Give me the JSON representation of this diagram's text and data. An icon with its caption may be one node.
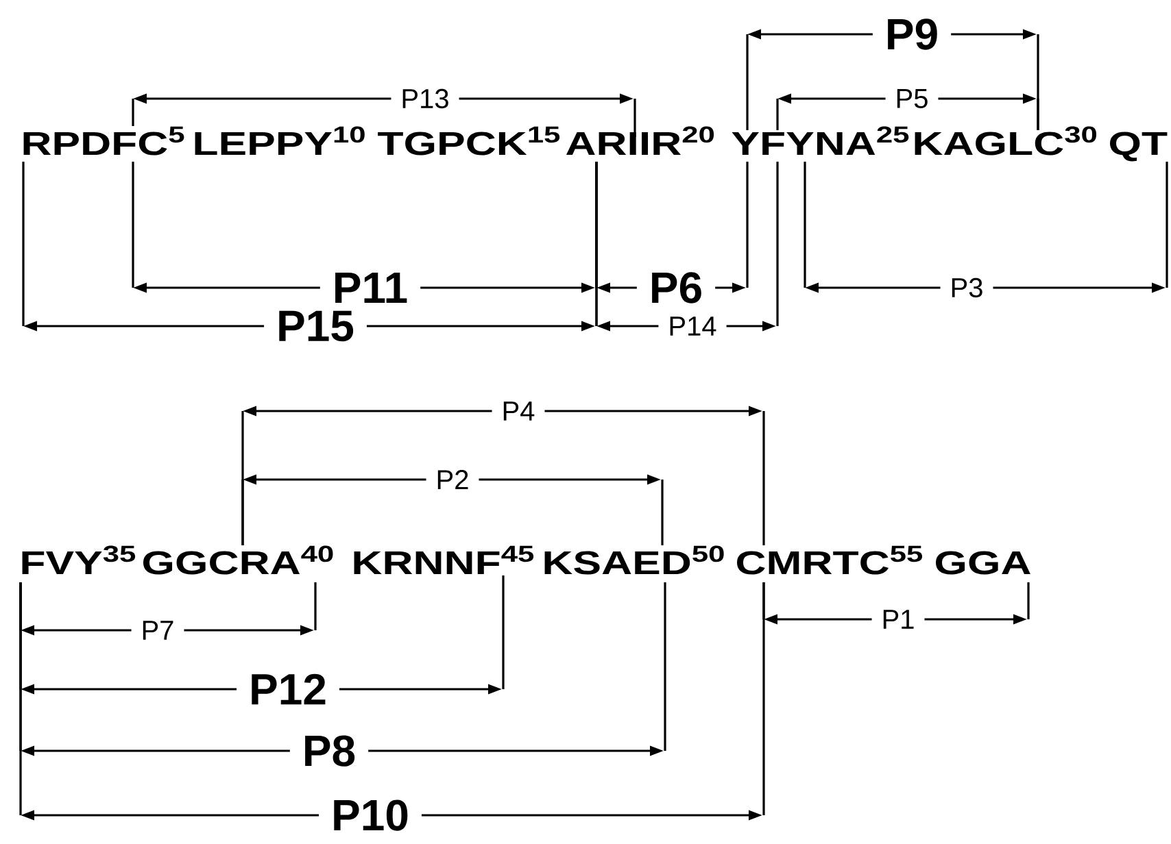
{
  "diagram": {
    "labels": [
      "P9",
      "P13",
      "P5",
      "RPDFC$^{5}$",
      "LEPPY$^{10}$",
      "TGPCK$^{15}$",
      "ARIIR$^{20}$",
      "YFYNA$^{25}$",
      "KAGLC$^{30}$",
      "QT",
      "P11",
      "P6",
      "P3",
      "P15",
      "P14",
      "P4",
      "P2",
      "FVY$^{35}$",
      "GGCRA$^{40}$",
      "KRNNF$^{45}$",
      "KSAED$^{50}$",
      "CMRTC$^{55}$",
      "GGA",
      "P7",
      "P1",
      "P12",
      "P8",
      "P10"
    ]
  }
}
